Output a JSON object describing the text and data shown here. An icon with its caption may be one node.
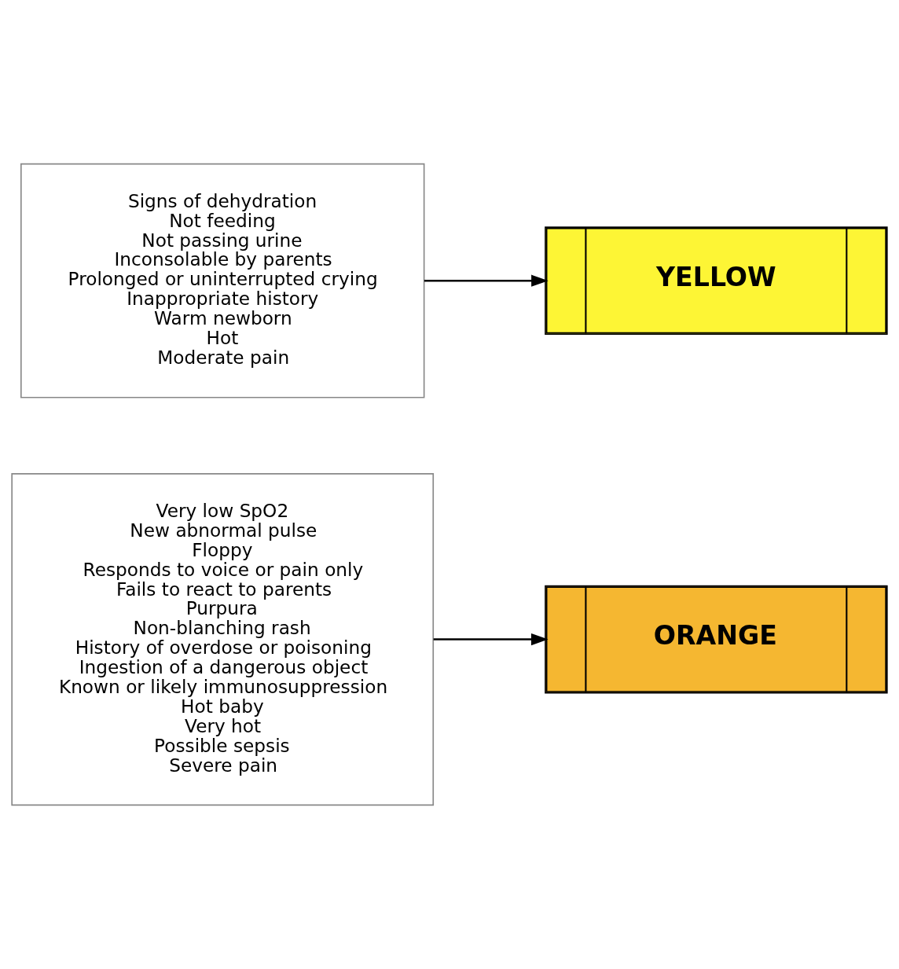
{
  "diagram": {
    "nodes": [
      {
        "text": [
          "Very low SpO2",
          "New abnormal pulse",
          "Floppy",
          "Responds to voice or pain only",
          "Fails to react to parents",
          "Purpura",
          "Non-blanching rash",
          "History of overdose or poisoning",
          "Ingestion of a dangerous object",
          "Known or likely immunosuppression",
          "Hot baby",
          "Very hot",
          "Possible sepsis",
          "Severe pain"
        ]
      },
      {
        "text": [
          "ORANGE"
        ]
      },
      {
        "text": [
          "Signs of dehydration",
          "Not feeding",
          "Not passing urine",
          "Inconsolable by parents",
          "Prolonged or uninterrupted crying",
          "Inappropriate history",
          "Warm newborn",
          "Hot",
          "Moderate pain"
        ]
      },
      {
        "text": [
          "YELLOW"
        ]
      }
    ],
    "edges": [
      {
        "from": 0,
        "to": 1,
        "arrow": "to"
      },
      {
        "from": 2,
        "to": 3,
        "arrow": "to"
      }
    ]
  }
}
